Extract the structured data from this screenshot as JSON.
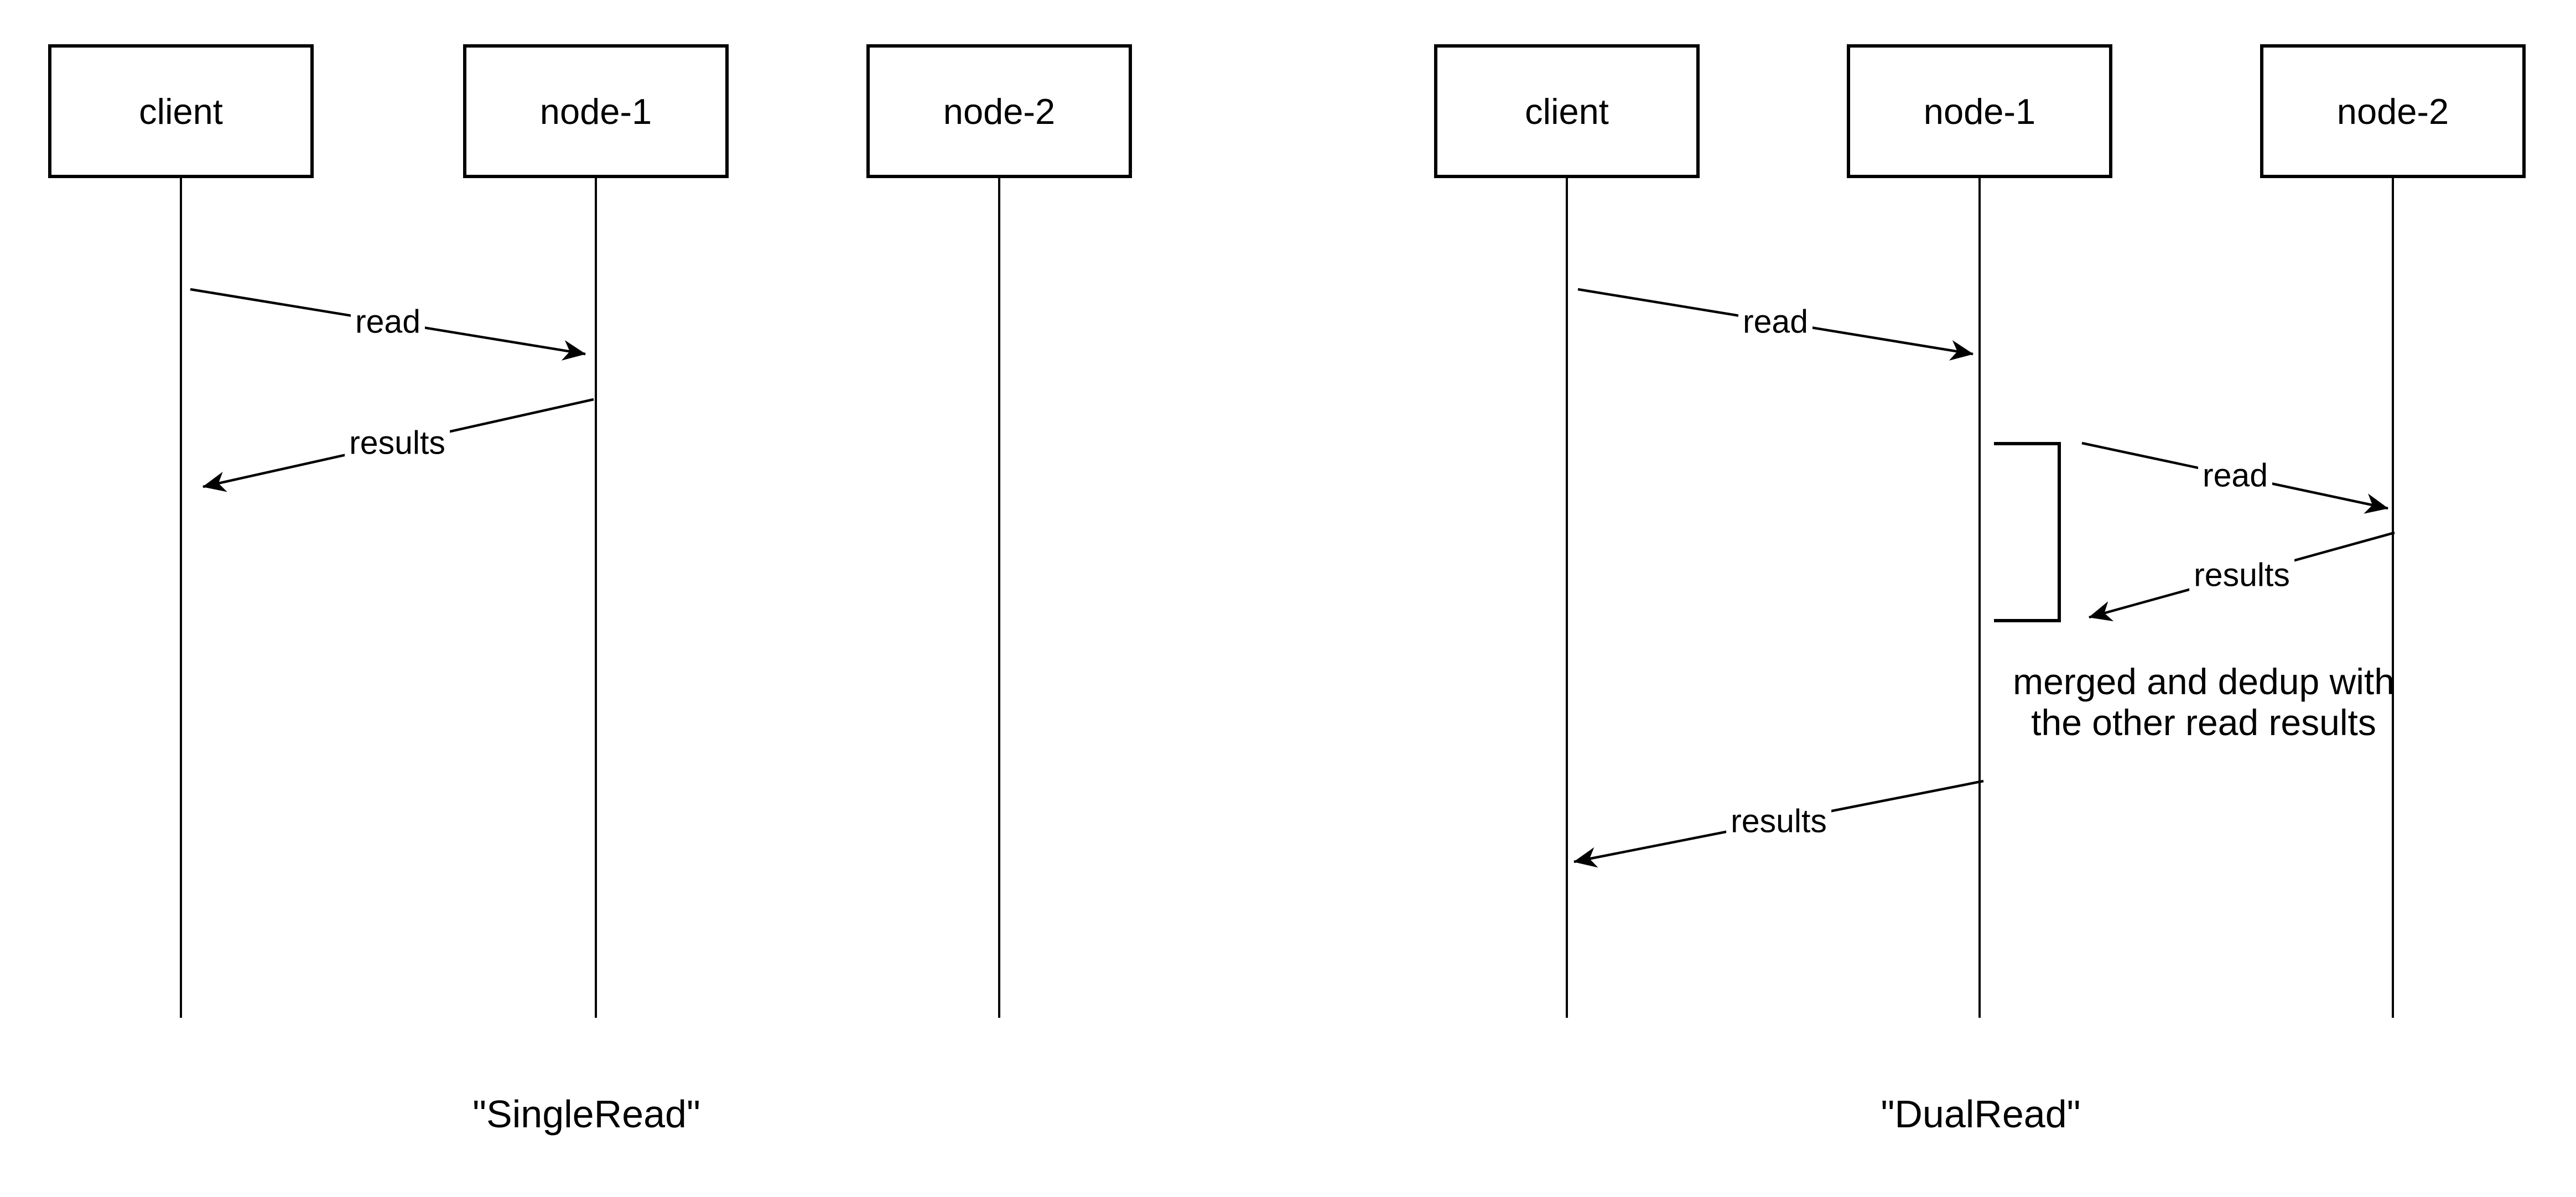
{
  "diagrams": [
    {
      "caption": "\"SingleRead\"",
      "actors": [
        {
          "label": "client"
        },
        {
          "label": "node-1"
        },
        {
          "label": "node-2"
        }
      ],
      "messages": [
        {
          "label": "read",
          "from": "client",
          "to": "node-1"
        },
        {
          "label": "results",
          "from": "node-1",
          "to": "client"
        }
      ]
    },
    {
      "caption": "\"DualRead\"",
      "actors": [
        {
          "label": "client"
        },
        {
          "label": "node-1"
        },
        {
          "label": "node-2"
        }
      ],
      "messages": [
        {
          "label": "read",
          "from": "client",
          "to": "node-1"
        },
        {
          "label": "read",
          "from": "node-1",
          "to": "node-2"
        },
        {
          "label": "results",
          "from": "node-2",
          "to": "node-1"
        },
        {
          "label": "results",
          "from": "node-1",
          "to": "client"
        }
      ],
      "annotation": {
        "line1": "merged and dedup with",
        "line2": "the other read results"
      }
    }
  ],
  "colors": {
    "line": "#000000",
    "text": "#000000",
    "background": "#ffffff"
  }
}
